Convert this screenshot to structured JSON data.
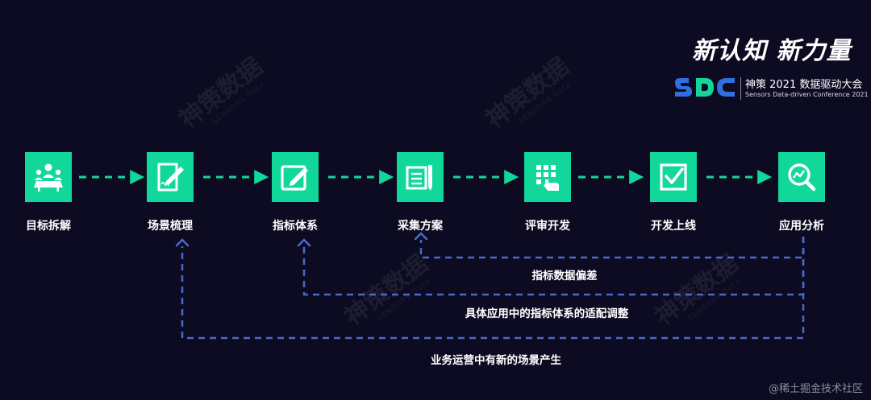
{
  "brand": {
    "slogan": "新认知 新力量",
    "event_title": "神策 2021 数据驱动大会",
    "event_subtitle": "Sensors Data-driven Conference 2021",
    "logo_text": "SDC"
  },
  "watermark": {
    "text": "神策数据",
    "sub": "SENSORS Data"
  },
  "steps": [
    {
      "label": "目标拆解",
      "icon": "meeting-icon"
    },
    {
      "label": "场景梳理",
      "icon": "document-pen-icon"
    },
    {
      "label": "指标体系",
      "icon": "edit-icon"
    },
    {
      "label": "采集方案",
      "icon": "notebook-icon"
    },
    {
      "label": "评审开发",
      "icon": "keypad-touch-icon"
    },
    {
      "label": "开发上线",
      "icon": "checkbox-icon"
    },
    {
      "label": "应用分析",
      "icon": "magnifier-chart-icon"
    }
  ],
  "feedback": [
    {
      "label": "指标数据偏差"
    },
    {
      "label": "具体应用中的指标体系的适配调整"
    },
    {
      "label": "业务运营中有新的场景产生"
    }
  ],
  "credit": "@稀土掘金技术社区",
  "colors": {
    "background": "#0d0b22",
    "step_fill": "#12d79a",
    "forward_arrow": "#12d79a",
    "feedback_line": "#4a69c9",
    "logo_green": "#12d79a",
    "logo_blue": "#2f6fe0"
  }
}
